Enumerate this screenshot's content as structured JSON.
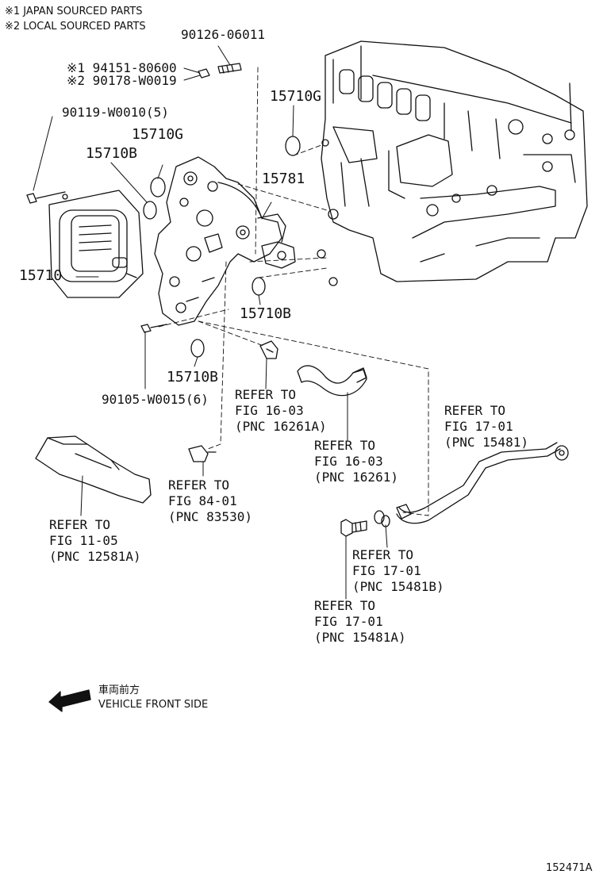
{
  "notes": {
    "japan": "※1 JAPAN SOURCED PARTS",
    "local": "※2 LOCAL SOURCED PARTS"
  },
  "parts": {
    "p90126": "90126-06011",
    "p94151": "※1 94151-80600",
    "p90178": "※2 90178-W0019",
    "p90119": "90119-W0010(5)",
    "p15710G_upper": "15710G",
    "p15710G_left": "15710G",
    "p15710B_left": "15710B",
    "p15781": "15781",
    "p15710": "15710",
    "p15710B_right": "15710B",
    "p15710B_lower": "15710B",
    "p90105": "90105-W0015(6)"
  },
  "refs": {
    "r16261A": [
      "REFER TO",
      "FIG 16-03",
      "(PNC 16261A)"
    ],
    "r16261": [
      "REFER TO",
      "FIG 16-03",
      "(PNC 16261)"
    ],
    "r15481": [
      "REFER TO",
      "FIG 17-01",
      "(PNC 15481)"
    ],
    "r83530": [
      "REFER TO",
      "FIG 84-01",
      "(PNC 83530)"
    ],
    "r12581A": [
      "REFER TO",
      "FIG 11-05",
      "(PNC 12581A)"
    ],
    "r15481B": [
      "REFER TO",
      "FIG 17-01",
      "(PNC 15481B)"
    ],
    "r15481A": [
      "REFER TO",
      "FIG 17-01",
      "(PNC 15481A)"
    ]
  },
  "direction": {
    "japanese": "車両前方",
    "english": "VEHICLE FRONT SIDE"
  },
  "figure_id": "152471A"
}
